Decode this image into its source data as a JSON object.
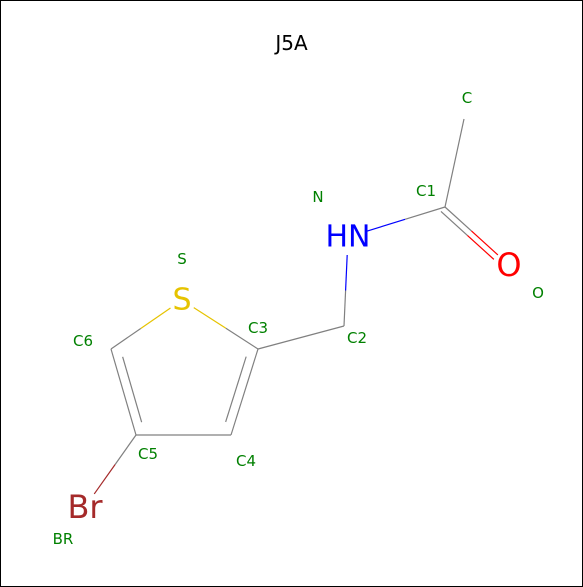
{
  "title": "J5A",
  "colors": {
    "bond": "#808080",
    "label": "#008000",
    "N": "#0000ff",
    "O": "#ff0000",
    "S": "#e6c300",
    "Br": "#a52a2a"
  },
  "atoms": {
    "S": {
      "symbol": "S",
      "name": "S",
      "element": "S"
    },
    "C3": {
      "symbol": "",
      "name": "C3",
      "element": "C"
    },
    "C4": {
      "symbol": "",
      "name": "C4",
      "element": "C"
    },
    "C5": {
      "symbol": "",
      "name": "C5",
      "element": "C"
    },
    "C6": {
      "symbol": "",
      "name": "C6",
      "element": "C"
    },
    "C2": {
      "symbol": "",
      "name": "C2",
      "element": "C"
    },
    "N": {
      "symbol": "HN",
      "name": "N",
      "element": "N"
    },
    "C1": {
      "symbol": "",
      "name": "C1",
      "element": "C"
    },
    "O": {
      "symbol": "O",
      "name": "O",
      "element": "O"
    },
    "C": {
      "symbol": "",
      "name": "C",
      "element": "C"
    },
    "BR": {
      "symbol": "Br",
      "name": "BR",
      "element": "Br"
    }
  },
  "bonds": [
    {
      "from": "S",
      "to": "C3",
      "order": 1
    },
    {
      "from": "S",
      "to": "C6",
      "order": 1
    },
    {
      "from": "C3",
      "to": "C4",
      "order": 2
    },
    {
      "from": "C4",
      "to": "C5",
      "order": 1
    },
    {
      "from": "C5",
      "to": "C6",
      "order": 2
    },
    {
      "from": "C5",
      "to": "BR",
      "order": 1
    },
    {
      "from": "C3",
      "to": "C2",
      "order": 1
    },
    {
      "from": "C2",
      "to": "N",
      "order": 1
    },
    {
      "from": "N",
      "to": "C1",
      "order": 1
    },
    {
      "from": "C1",
      "to": "O",
      "order": 2
    },
    {
      "from": "C1",
      "to": "C",
      "order": 1
    }
  ]
}
